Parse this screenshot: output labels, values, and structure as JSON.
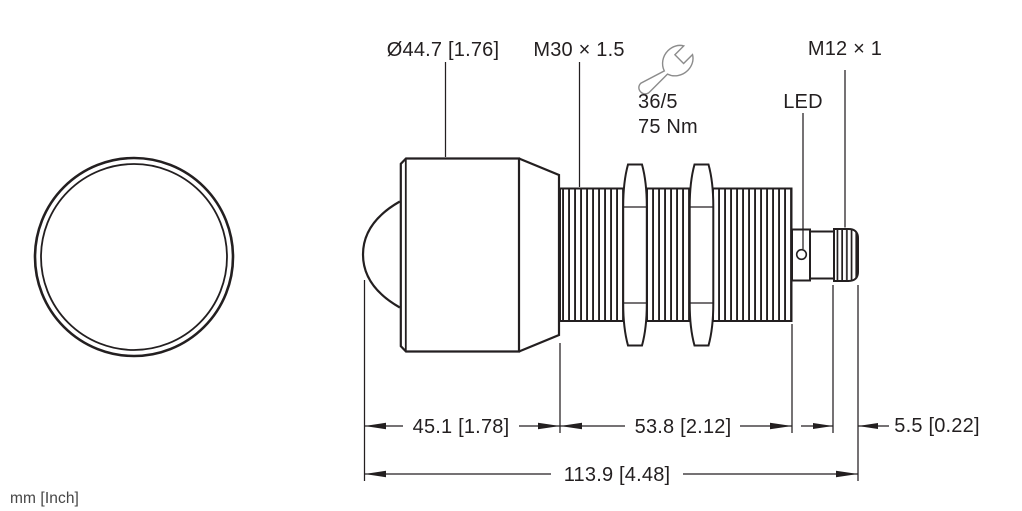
{
  "drawing_title": "Sensor dimensional drawing",
  "views": {
    "front_view": "sensing face (circle, Ø44.7)",
    "side_view": "threaded barrel sensor with M12 connector"
  },
  "labels": {
    "head_diameter": "Ø44.7 [1.76]",
    "barrel_thread": "M30 × 1.5",
    "connector_thread": "M12 × 1",
    "led": "LED",
    "wrench_size": "36/5",
    "tightening_torque": "75 Nm"
  },
  "dimensions": {
    "head_length": "45.1 [1.78]",
    "barrel_length": "53.8 [2.12]",
    "connector_length": "5.5 [0.22]",
    "overall_length": "113.9 [4.48]"
  },
  "units_note": "mm [Inch]",
  "icons": {
    "torque": "wrench-icon"
  },
  "colors": {
    "line": "#231f20",
    "note_text": "#454545",
    "wrench_outline": "#8c8c8c",
    "background": "#ffffff"
  }
}
